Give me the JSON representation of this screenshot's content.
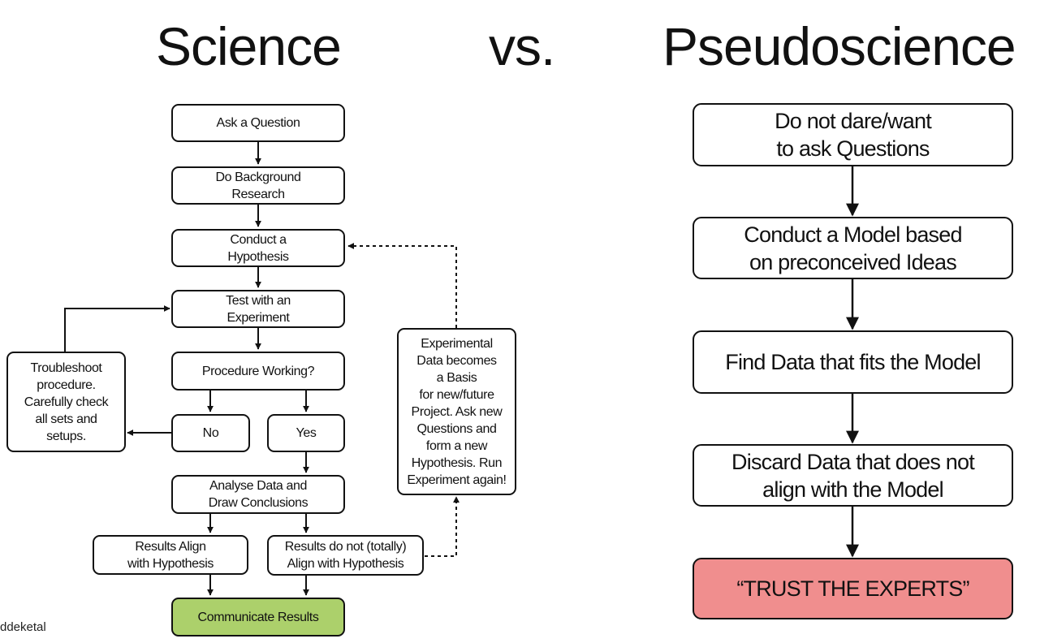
{
  "titles": {
    "left": "Science",
    "middle": "vs.",
    "right": "Pseudoscience"
  },
  "science": {
    "ask": "Ask a Question",
    "background": "Do Background\nResearch",
    "hypothesis": "Conduct a\nHypothesis",
    "experiment": "Test with an\nExperiment",
    "procedure": "Procedure Working?",
    "no": "No",
    "yes": "Yes",
    "troubleshoot": "Troubleshoot\nprocedure.\nCarefully check\nall sets and\nsetups.",
    "analyse": "Analyse Data and\nDraw Conclusions",
    "align": "Results Align\nwith Hypothesis",
    "not_align": "Results do not (totally)\nAlign with Hypothesis",
    "communicate": "Communicate Results",
    "feedback": "Experimental\nData becomes\na Basis\nfor new/future\nProject. Ask new\nQuestions and\nform a new\nHypothesis. Run\nExperiment again!"
  },
  "pseudoscience": {
    "step1": "Do not dare/want\nto ask Questions",
    "step2": "Conduct a Model based\non preconceived Ideas",
    "step3": "Find Data that fits the Model",
    "step4": "Discard Data that does not\nalign with the Model",
    "step5": "“TRUST THE EXPERTS”"
  },
  "colors": {
    "communicate_fill": "#acd06b",
    "trust_fill": "#f08e8e"
  },
  "credit": "ddeketal"
}
